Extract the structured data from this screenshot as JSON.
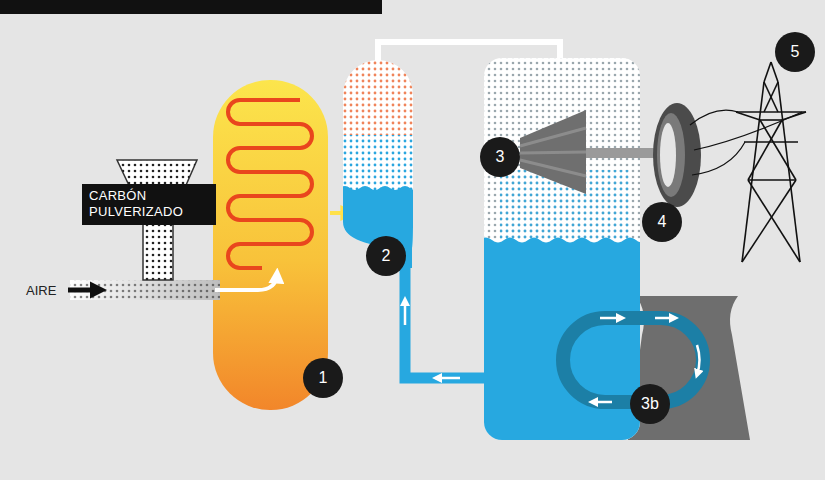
{
  "diagram": {
    "nodes": [
      {
        "text": [
          "CARBÓN PULVERIZADO"
        ]
      }
    ],
    "labels": [
      "AIRE",
      "1",
      "2",
      "3",
      "4",
      "5",
      "3b"
    ]
  }
}
